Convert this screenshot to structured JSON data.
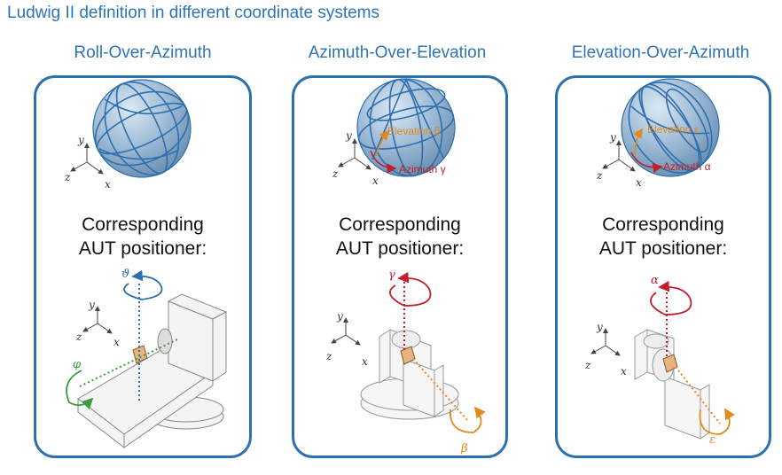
{
  "title": "Ludwig II definition in different coordinate systems",
  "panels": [
    {
      "title": "Roll-Over-Azimuth",
      "corresponding_line1": "Corresponding",
      "corresponding_line2": "AUT positioner:",
      "axes": {
        "x": "x",
        "y": "y",
        "z": "z"
      },
      "angles": {
        "top": "ϑ",
        "side": "φ"
      },
      "colors": {
        "top": "#2e6fad",
        "side": "#3c9a3c"
      }
    },
    {
      "title": "Azimuth-Over-Elevation",
      "corresponding_line1": "Corresponding",
      "corresponding_line2": "AUT positioner:",
      "axes": {
        "x": "x",
        "y": "y",
        "z": "z"
      },
      "sphere_labels": {
        "elevation": "Elevation β",
        "azimuth": "Azimuth γ"
      },
      "angles": {
        "top": "γ",
        "side": "β"
      },
      "colors": {
        "top": "#c0202a",
        "side": "#e38a1e"
      }
    },
    {
      "title": "Elevation-Over-Azimuth",
      "corresponding_line1": "Corresponding",
      "corresponding_line2": "AUT positioner:",
      "axes": {
        "x": "x",
        "y": "y",
        "z": "z"
      },
      "sphere_labels": {
        "elevation": "Elevation ε",
        "azimuth": "Azimuth α"
      },
      "angles": {
        "top": "α",
        "side": "ε"
      },
      "colors": {
        "top": "#c0202a",
        "side": "#e38a1e"
      }
    }
  ]
}
